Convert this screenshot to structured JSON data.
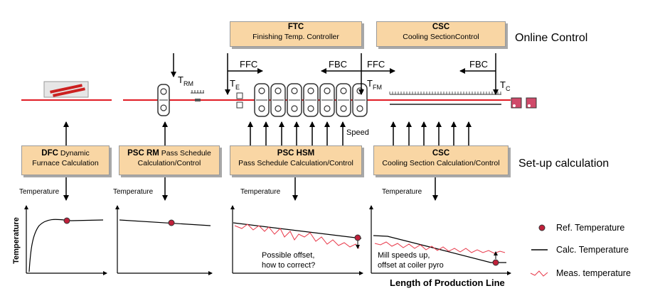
{
  "top_boxes": {
    "ftc": {
      "title": "FTC",
      "subtitle": "Finishing Temp. Controller"
    },
    "csc": {
      "title": "CSC",
      "subtitle": "Cooling SectionControl"
    }
  },
  "online_control": "Online Control",
  "setup_calculation": "Set-up calculation",
  "setup_boxes": {
    "dfc": {
      "title": "DFC",
      "rest": " Dynamic",
      "line2": "Furnace Calculation"
    },
    "psc_rm": {
      "title": "PSC RM",
      "rest": " Pass Schedule",
      "line2": "Calculation/Control"
    },
    "psc_hsm": {
      "title": "PSC HSM",
      "line2": "Pass Schedule Calculation/Control"
    },
    "csc": {
      "title": "CSC",
      "line2": "Cooling Section Calculation/Control"
    }
  },
  "signals": {
    "t_rm": {
      "main": "T",
      "sub": "RM"
    },
    "t_e": {
      "main": "T",
      "sub": "E"
    },
    "t_fm": {
      "main": "T",
      "sub": "FM"
    },
    "t_c": {
      "main": "T",
      "sub": "C"
    },
    "ffc_1": "FFC",
    "fbc_1": "FBC",
    "ffc_2": "FFC",
    "fbc_2": "FBC",
    "speed": "Speed"
  },
  "temperature_labels": [
    "Temperature",
    "Temperature",
    "Temperature",
    "Temperature"
  ],
  "y_axis_label": "Temperature",
  "x_axis_label": "Length of Production Line",
  "annotations": {
    "offset_1_line1": "Possible offset,",
    "offset_1_line2": "how to correct?",
    "offset_2_line1": "Mill speeds up,",
    "offset_2_line2": "offset at coiler pyro"
  },
  "legend": {
    "ref": "Ref. Temperature",
    "calc": "Calc. Temperature",
    "meas": "Meas. temperature"
  },
  "colors": {
    "line_red": "#e01b24",
    "box_fill": "#f9d6a4",
    "ref_dot": "#c0203a",
    "meas_red": "#e8394a"
  }
}
